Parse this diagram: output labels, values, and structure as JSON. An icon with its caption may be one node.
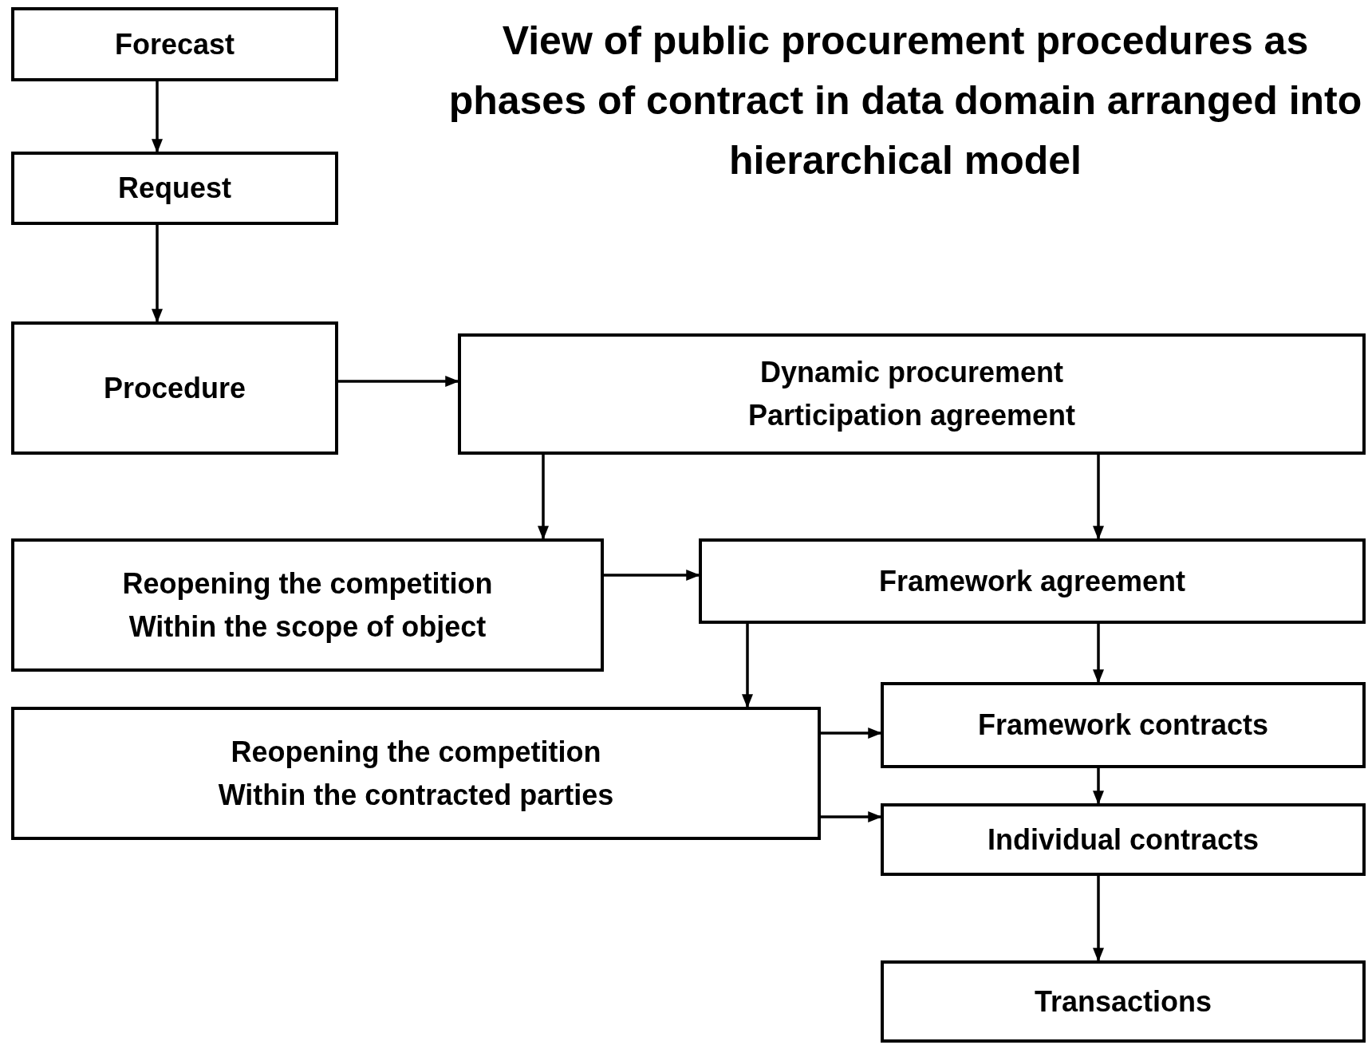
{
  "diagram": {
    "title": "View of public procurement procedures as phases of contract in data domain arranged into hierarchical model",
    "nodes": [
      {
        "text": [
          "Forecast"
        ]
      },
      {
        "text": [
          "Request"
        ]
      },
      {
        "text": [
          "Procedure"
        ]
      },
      {
        "text": [
          "Dynamic procurement",
          "Participation agreement"
        ]
      },
      {
        "text": [
          "Reopening the competition",
          "Within the scope of object"
        ]
      },
      {
        "text": [
          "Framework agreement"
        ]
      },
      {
        "text": [
          "Reopening the competition",
          "Within the contracted parties"
        ]
      },
      {
        "text": [
          "Framework contracts"
        ]
      },
      {
        "text": [
          "Individual contracts"
        ]
      },
      {
        "text": [
          "Transactions"
        ]
      }
    ],
    "edges": [
      {
        "from": 0,
        "to": 1,
        "arrow": "to"
      },
      {
        "from": 1,
        "to": 2,
        "arrow": "to"
      },
      {
        "from": 2,
        "to": 3,
        "arrow": "to"
      },
      {
        "from": 3,
        "to": 4,
        "arrow": "to"
      },
      {
        "from": 3,
        "to": 5,
        "arrow": "to"
      },
      {
        "from": 4,
        "to": 5,
        "arrow": "to"
      },
      {
        "from": 5,
        "to": 6,
        "arrow": "to"
      },
      {
        "from": 5,
        "to": 7,
        "arrow": "to"
      },
      {
        "from": 6,
        "to": 7,
        "arrow": "to"
      },
      {
        "from": 6,
        "to": 8,
        "arrow": "to"
      },
      {
        "from": 7,
        "to": 8,
        "arrow": "to"
      },
      {
        "from": 8,
        "to": 9,
        "arrow": "to"
      }
    ]
  }
}
